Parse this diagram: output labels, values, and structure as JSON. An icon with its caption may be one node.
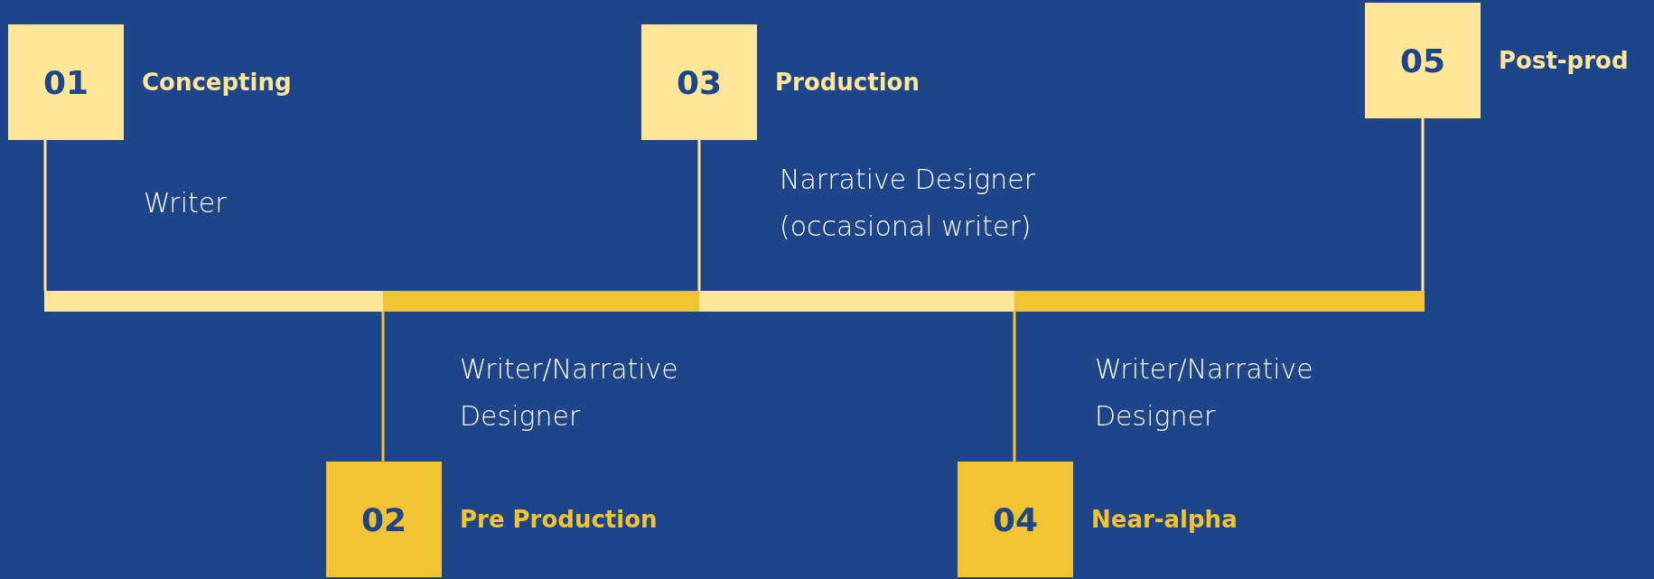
{
  "diagram": {
    "nodes": [
      {
        "text": [
          "01",
          "Concepting"
        ]
      },
      {
        "text": [
          "02",
          "Pre Production"
        ]
      },
      {
        "text": [
          "03",
          "Production"
        ]
      },
      {
        "text": [
          "04",
          "Near-alpha"
        ]
      },
      {
        "text": [
          "05",
          "Post-prod"
        ]
      },
      {
        "text": [],
        "shape": "bar"
      }
    ],
    "edges": [
      {
        "from": 0,
        "to": 5,
        "arrow": "none"
      },
      {
        "from": 1,
        "to": 5,
        "arrow": "none",
        "color": "#f1c232"
      },
      {
        "from": 2,
        "to": 5,
        "arrow": "none"
      },
      {
        "from": 3,
        "to": 5,
        "arrow": "none",
        "color": "#f1c232"
      },
      {
        "from": 4,
        "to": 5,
        "arrow": "none"
      }
    ],
    "labels": [
      "Writer",
      "Narrative Designer (occasional writer)",
      "Writer/Narrative Designer",
      "Writer/Narrative Designer"
    ]
  }
}
